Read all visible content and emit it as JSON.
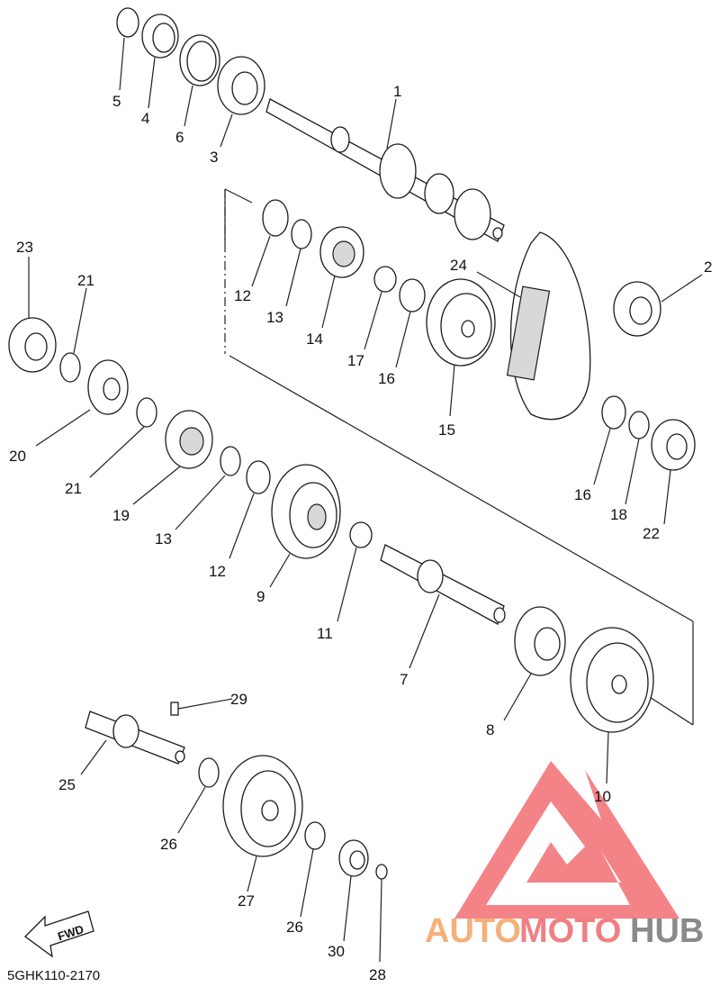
{
  "diagram": {
    "code": "5GHK110-2170",
    "fwd_label": "FWD",
    "labels": [
      {
        "id": "1",
        "text": "1"
      },
      {
        "id": "2",
        "text": "2"
      },
      {
        "id": "3",
        "text": "3"
      },
      {
        "id": "4",
        "text": "4"
      },
      {
        "id": "5",
        "text": "5"
      },
      {
        "id": "6",
        "text": "6"
      },
      {
        "id": "7",
        "text": "7"
      },
      {
        "id": "8",
        "text": "8"
      },
      {
        "id": "9",
        "text": "9"
      },
      {
        "id": "10",
        "text": "10"
      },
      {
        "id": "11",
        "text": "11"
      },
      {
        "id": "12a",
        "text": "12"
      },
      {
        "id": "12b",
        "text": "12"
      },
      {
        "id": "13a",
        "text": "13"
      },
      {
        "id": "13b",
        "text": "13"
      },
      {
        "id": "14",
        "text": "14"
      },
      {
        "id": "15",
        "text": "15"
      },
      {
        "id": "16a",
        "text": "16"
      },
      {
        "id": "16b",
        "text": "16"
      },
      {
        "id": "17",
        "text": "17"
      },
      {
        "id": "18",
        "text": "18"
      },
      {
        "id": "19",
        "text": "19"
      },
      {
        "id": "20",
        "text": "20"
      },
      {
        "id": "21a",
        "text": "21"
      },
      {
        "id": "21b",
        "text": "21"
      },
      {
        "id": "22",
        "text": "22"
      },
      {
        "id": "23",
        "text": "23"
      },
      {
        "id": "24",
        "text": "24"
      },
      {
        "id": "25",
        "text": "25"
      },
      {
        "id": "26a",
        "text": "26"
      },
      {
        "id": "26b",
        "text": "26"
      },
      {
        "id": "27",
        "text": "27"
      },
      {
        "id": "28",
        "text": "28"
      },
      {
        "id": "29",
        "text": "29"
      },
      {
        "id": "30",
        "text": "30"
      }
    ]
  },
  "watermark": {
    "part1": "AUTO",
    "part2": "MOTO",
    "part3": "HUB",
    "colors": {
      "auto": "#f5b07a",
      "moto": "#f07f84",
      "hub": "#8a8a8a",
      "logo": "#f26d73"
    }
  }
}
